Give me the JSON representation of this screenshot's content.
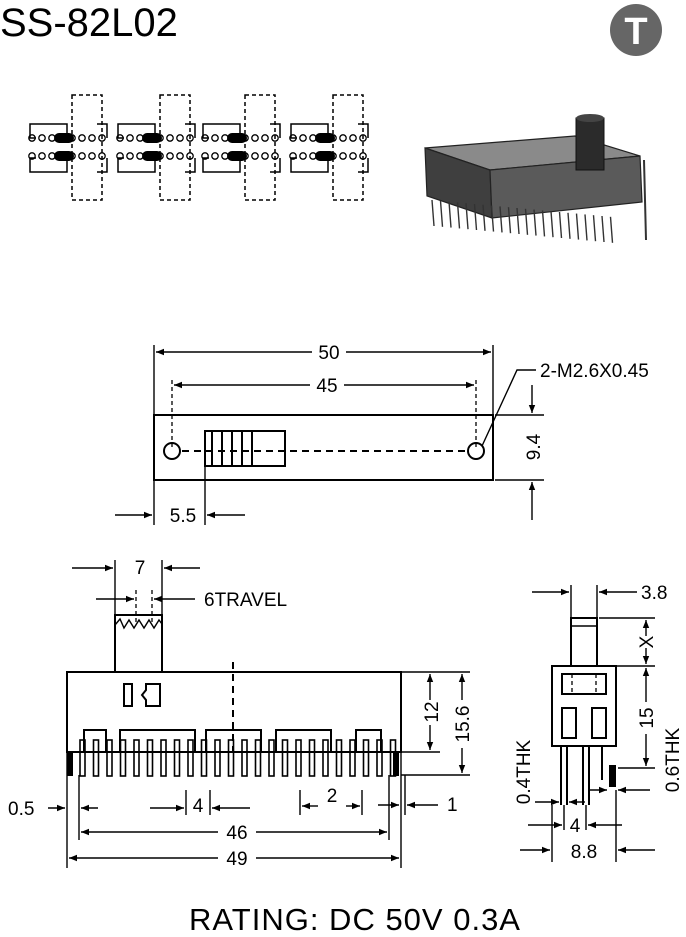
{
  "title": "SS-82L02",
  "logo_letter": "T",
  "logo_color": "#666666",
  "top_view": {
    "overall_length": "50",
    "hole_pitch": "45",
    "mount_hole_spec": "2-M2.6X0.45",
    "height": "9.4",
    "offset": "5.5"
  },
  "front_view": {
    "actuator_width": "7",
    "travel": "6TRAVEL",
    "body_height": "12",
    "total_height": "15.6",
    "pin_offset": "0.5",
    "pin_pitch_a": "4",
    "pin_pitch_b": "2",
    "edge_gap": "1",
    "pin_span": "46",
    "overall_width": "49"
  },
  "side_view": {
    "actuator_width": "3.8",
    "extension": "X",
    "body_height": "15",
    "pin_thk_a": "0.4THK",
    "pin_thk_b": "0.6THK",
    "pin_pitch": "4",
    "overall_depth": "8.8"
  },
  "rating": "RATING:  DC  50V  0.3A"
}
